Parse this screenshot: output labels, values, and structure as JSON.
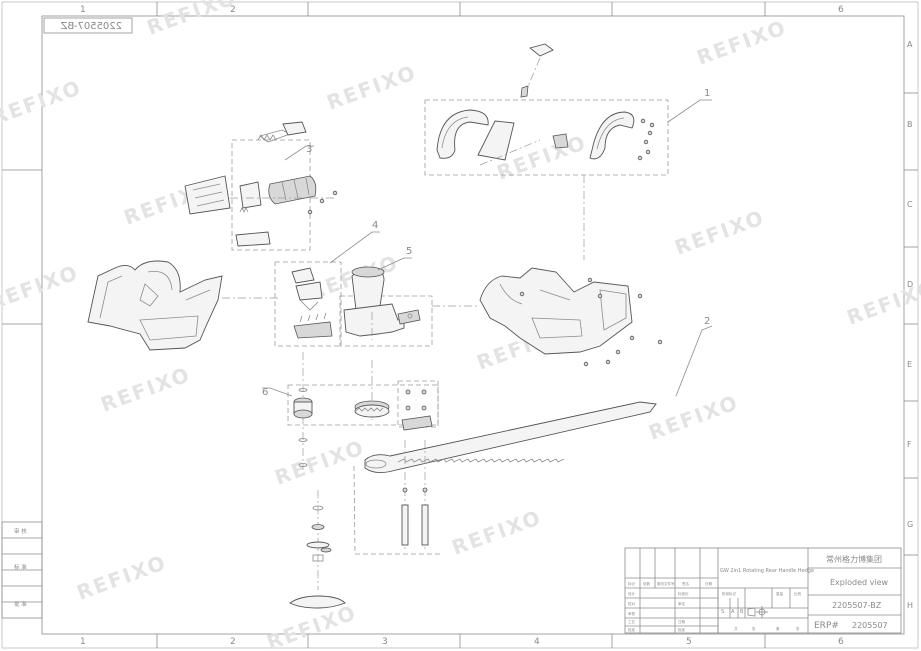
{
  "drawing_number_mirrored": "2205507-BZ",
  "column_labels_top": [
    "1",
    "2",
    "6"
  ],
  "column_labels_bottom": [
    "1",
    "2",
    "3",
    "4",
    "5",
    "6"
  ],
  "row_labels": [
    "A",
    "B",
    "C",
    "D",
    "E",
    "F",
    "G",
    "H"
  ],
  "watermark": "REFIXO",
  "callouts": [
    "1",
    "2",
    "3",
    "4",
    "5",
    "6"
  ],
  "left_margin_labels": [
    "审 核",
    "标 准",
    "批 准"
  ],
  "title_block": {
    "company": "常州格力博集团",
    "product": "GW 2in1 Rotating Rear Handle Hedge",
    "drawing_title": "Exploded view",
    "drawing_number": "2205507-BZ",
    "erp_label": "ERP#",
    "erp_number": "2205507",
    "header_cells": [
      "标记",
      "处数",
      "更改文件号",
      "签名",
      "日期"
    ],
    "role_labels": [
      "设计",
      "校对",
      "审核",
      "工艺",
      "批准"
    ],
    "mid_labels": [
      "标准化",
      "审定",
      "日期",
      "批准"
    ],
    "stage_labels": [
      "阶段标记",
      "重量",
      "比例"
    ],
    "stage_marks": [
      "S",
      "A",
      "B"
    ],
    "sheet_labels": [
      "共",
      "张",
      "第",
      "张"
    ]
  }
}
